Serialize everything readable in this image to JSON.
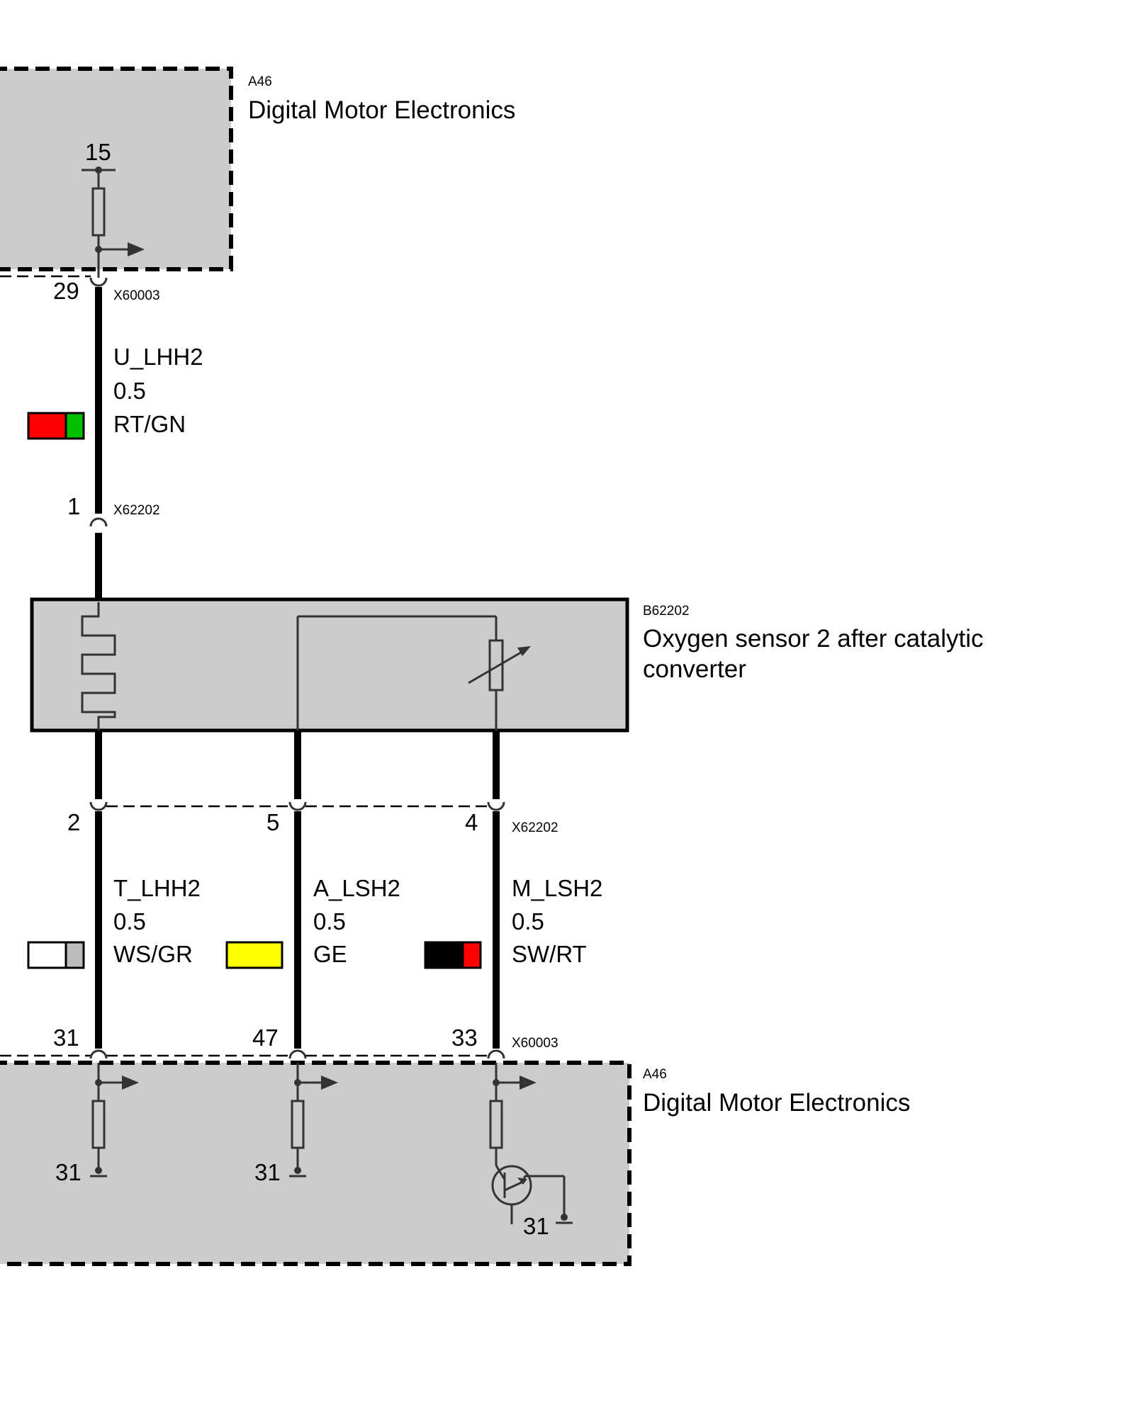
{
  "ecu_top": {
    "id": "A46",
    "name": "Digital Motor Electronics",
    "supply_terminal": "15"
  },
  "ecu_bottom": {
    "id": "A46",
    "name": "Digital Motor Electronics",
    "ground_terminal": "31"
  },
  "sensor": {
    "id": "B62202",
    "name_line1": "Oxygen sensor 2 after catalytic",
    "name_line2": "converter"
  },
  "connectors": {
    "ecu": "X60003",
    "sensor": "X62202"
  },
  "wires": [
    {
      "signal": "U_LHH2",
      "size": "0.5",
      "color_code": "RT/GN",
      "colors": [
        "#ff0000",
        "#00c000"
      ],
      "ecu_pin": "29",
      "sensor_pin": "1"
    },
    {
      "signal": "T_LHH2",
      "size": "0.5",
      "color_code": "WS/GR",
      "colors": [
        "#ffffff",
        "#bbbbbb"
      ],
      "ecu_pin": "31",
      "sensor_pin": "2"
    },
    {
      "signal": "A_LSH2",
      "size": "0.5",
      "color_code": "GE",
      "colors": [
        "#ffff00"
      ],
      "ecu_pin": "47",
      "sensor_pin": "5"
    },
    {
      "signal": "M_LSH2",
      "size": "0.5",
      "color_code": "SW/RT",
      "colors": [
        "#000000",
        "#ff0000"
      ],
      "ecu_pin": "33",
      "sensor_pin": "4"
    }
  ]
}
